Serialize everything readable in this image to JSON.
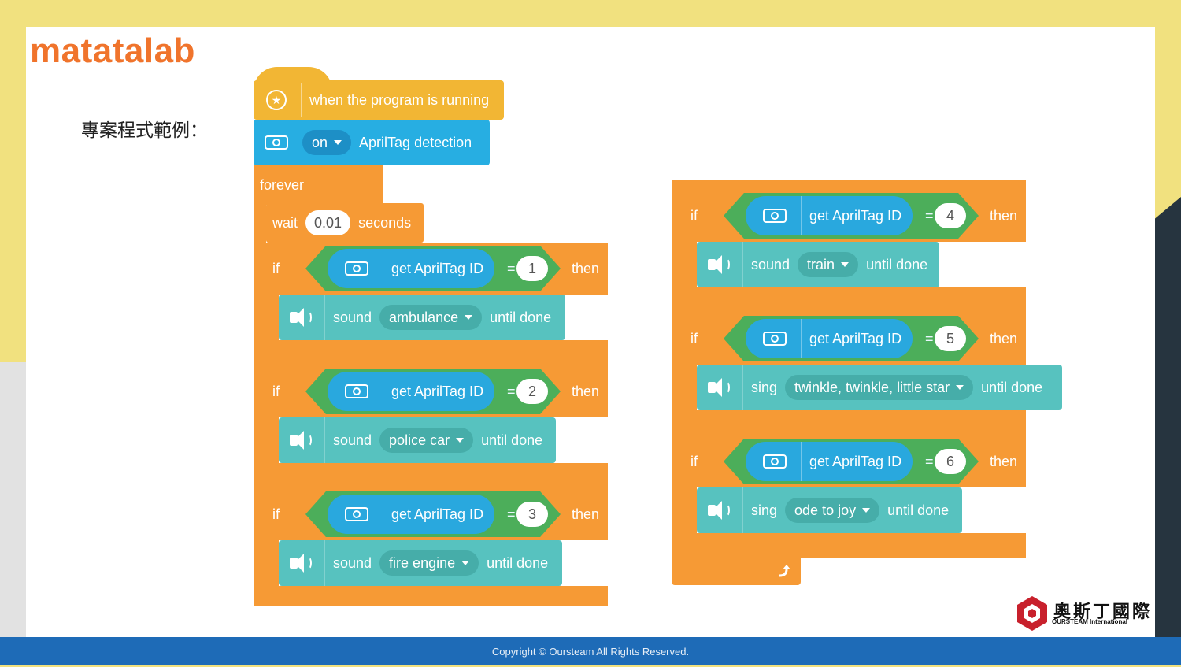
{
  "brand": {
    "logo_text": "matatalab",
    "cn_name": "奧斯丁國際",
    "en_name": "OURSTEAM International"
  },
  "caption": "專案程式範例：",
  "footer": "Copyright © Oursteam All Rights Reserved.",
  "program": {
    "hat": "when the program is running",
    "camera_state": "on",
    "camera_label": "AprilTag detection",
    "forever": "forever",
    "wait": {
      "prefix": "wait",
      "value": "0.01",
      "suffix": "seconds"
    },
    "kw_if": "if",
    "kw_then": "then",
    "reporter": "get AprilTag ID",
    "eq": "=",
    "kw_until": "until done",
    "conditions": [
      {
        "id": "1",
        "verb": "sound",
        "option": "ambulance"
      },
      {
        "id": "2",
        "verb": "sound",
        "option": "police car"
      },
      {
        "id": "3",
        "verb": "sound",
        "option": "fire engine"
      },
      {
        "id": "4",
        "verb": "sound",
        "option": "train"
      },
      {
        "id": "5",
        "verb": "sing",
        "option": "twinkle, twinkle, little star"
      },
      {
        "id": "6",
        "verb": "sing",
        "option": "ode to joy"
      }
    ]
  },
  "colors": {
    "control": "#f69a35",
    "event": "#f2b634",
    "sensing": "#27aee2",
    "sound": "#57c2bf",
    "operator": "#4cae5a"
  },
  "icons": [
    "star-icon",
    "camera-icon",
    "speaker-icon",
    "loop-arrow-icon",
    "chevron-down-icon"
  ]
}
